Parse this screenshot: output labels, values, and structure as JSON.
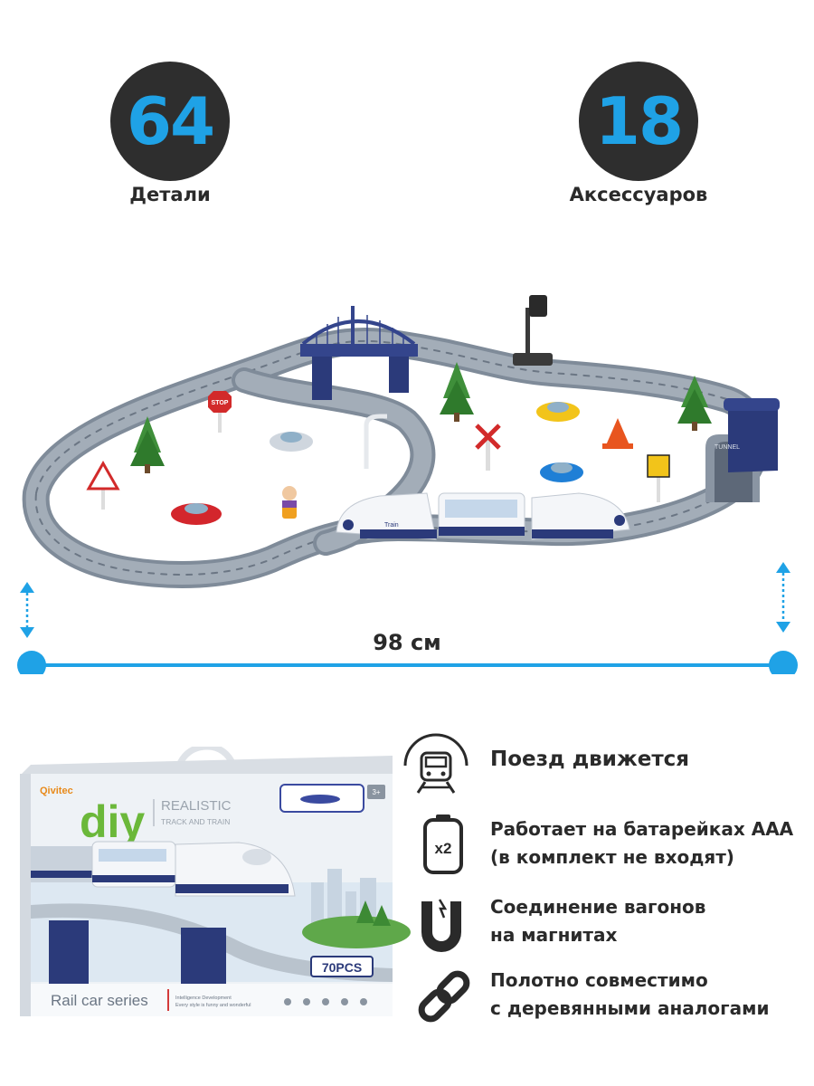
{
  "stats": [
    {
      "number": "64",
      "label": "Детали"
    },
    {
      "number": "18",
      "label": "Аксессуаров"
    }
  ],
  "dimension": {
    "label": "98 см"
  },
  "scene": {
    "tunnel_label": "TUNNEL",
    "stop_sign": "STOP",
    "train_car_label": "Train"
  },
  "box": {
    "brand": "Qivitec",
    "logo": "diy",
    "headline": "REALISTIC",
    "subheadline": "TRACK AND TRAIN",
    "age": "3+",
    "pieces": "70PCS",
    "series": "Rail car series",
    "tagline_1": "Intelligence Development",
    "tagline_2": "Every style is funny and wonderful"
  },
  "features": [
    {
      "icon": "train-icon",
      "lines": [
        "Поезд движется"
      ]
    },
    {
      "icon": "battery-x2-icon",
      "lines": [
        "Работает на батарейках AAA",
        "(в комплект не входят)"
      ]
    },
    {
      "icon": "magnet-icon",
      "lines": [
        "Соединение вагонов",
        "на магнитах"
      ]
    },
    {
      "icon": "link-icon",
      "lines": [
        "Полотно совместимо",
        "с деревянными аналогами"
      ]
    }
  ],
  "colors": {
    "accent": "#1fa2e6",
    "dark": "#2e2e2e",
    "track": "#8e99a6",
    "train_blue": "#2b3a7a"
  }
}
